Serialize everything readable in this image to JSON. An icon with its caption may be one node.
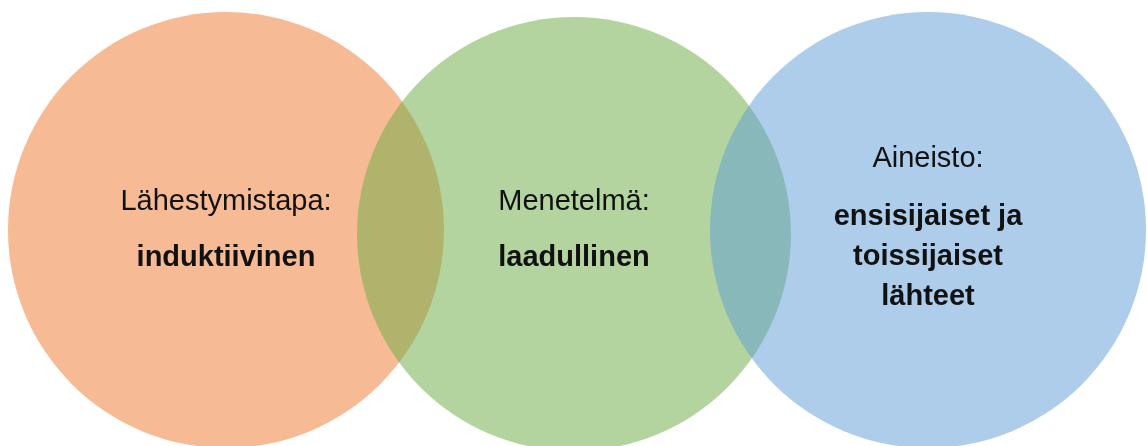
{
  "diagram": {
    "nodes": [
      {
        "text": [
          "Lähestymistapa:",
          "induktiivinen"
        ]
      },
      {
        "text": [
          "Menetelmä:",
          "laadullinen"
        ]
      },
      {
        "text": [
          "Aineisto:",
          "ensisijaiset ja toissijaiset lähteet"
        ]
      }
    ]
  }
}
